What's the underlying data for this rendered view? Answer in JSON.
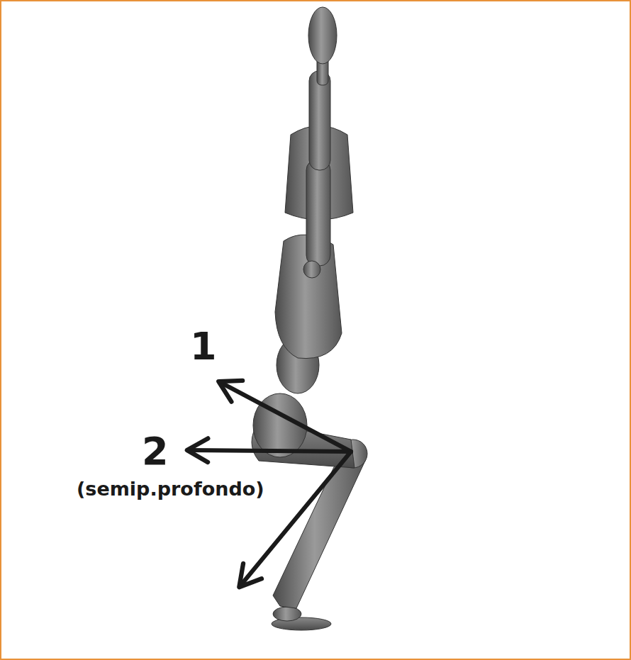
{
  "diagram": {
    "labels": [
      "1",
      "2",
      "(semip.profondo)"
    ]
  }
}
